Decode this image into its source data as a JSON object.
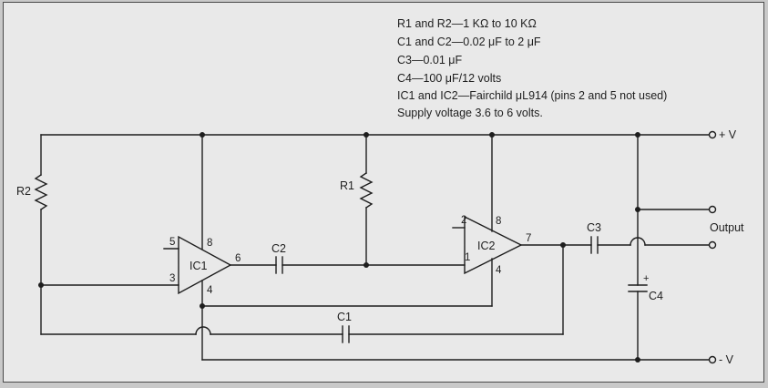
{
  "notes": [
    "R1 and R2—1 KΩ to 10 KΩ",
    "C1 and C2—0.02 μF to 2 μF",
    "C3—0.01 μF",
    "C4—100 μF/12 volts",
    "IC1 and IC2—Fairchild μL914 (pins 2 and 5 not used)",
    "Supply voltage 3.6 to 6 volts."
  ],
  "components": {
    "r1": "R1",
    "r2": "R2",
    "c1": "C1",
    "c2": "C2",
    "c3": "C3",
    "c4": "C4",
    "ic1": "IC1",
    "ic2": "IC2",
    "c4_polarity": "+"
  },
  "pins": {
    "ic1_5": "5",
    "ic1_8": "8",
    "ic1_3": "3",
    "ic1_6": "6",
    "ic1_4": "4",
    "ic2_2": "2",
    "ic2_8": "8",
    "ic2_1": "1",
    "ic2_7": "7",
    "ic2_4": "4"
  },
  "terminals": {
    "plus_v": "+ V",
    "output": "Output",
    "minus_v": "- V"
  }
}
